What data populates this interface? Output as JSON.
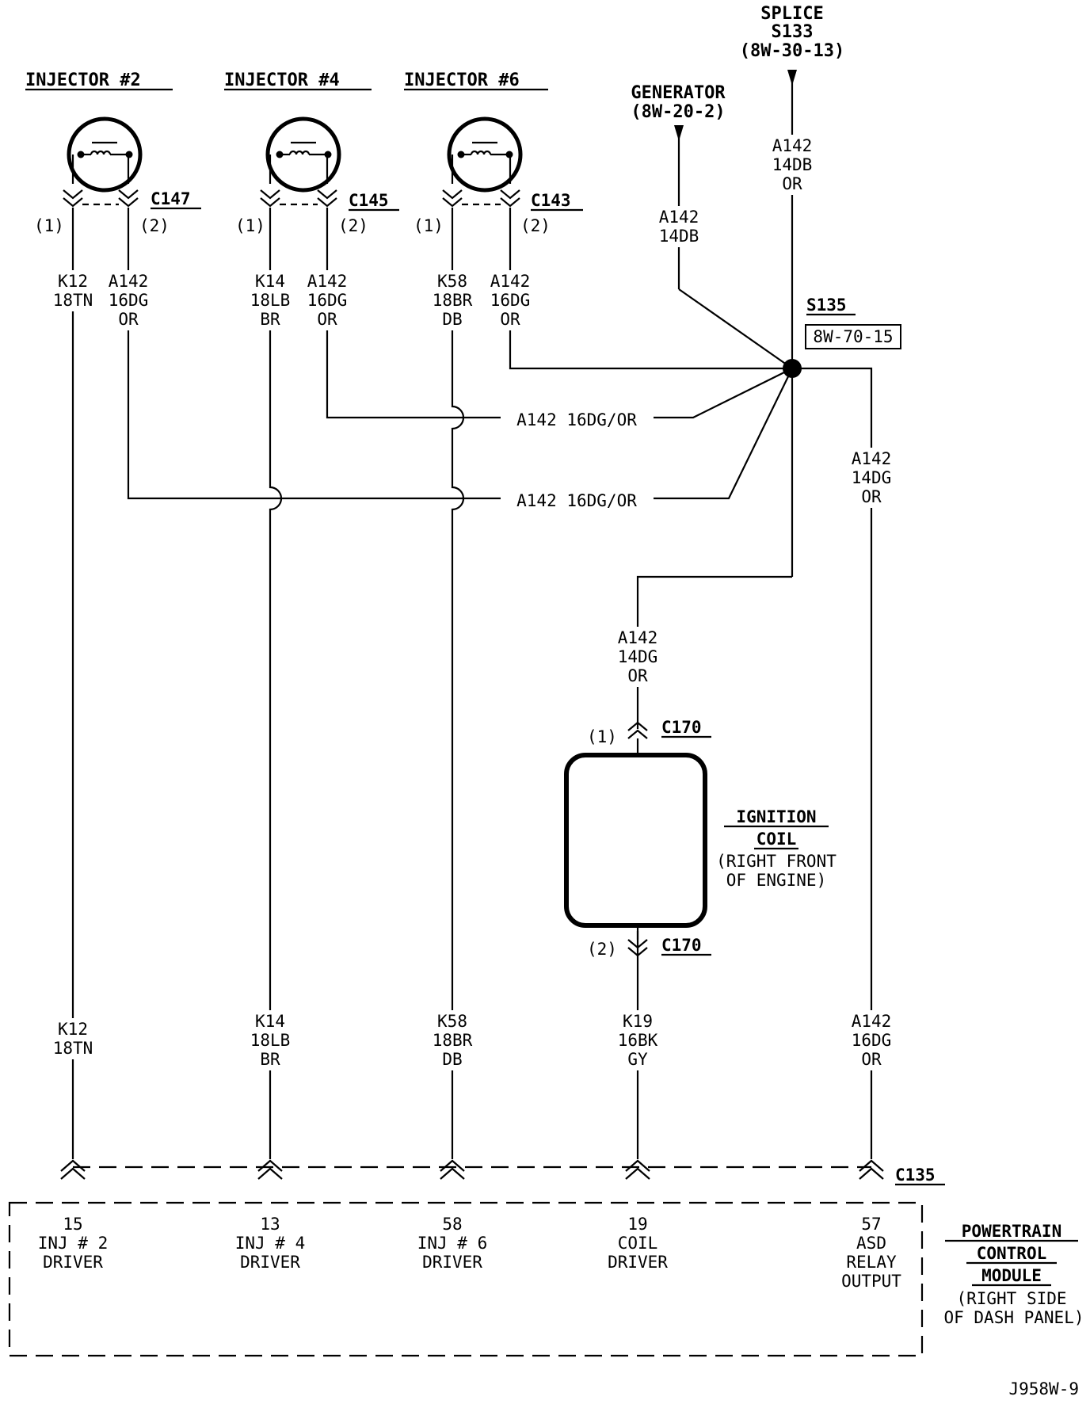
{
  "components": {
    "injector2": {
      "title": "INJECTOR #2",
      "connector": "C147",
      "pin1": "(1)",
      "pin2": "(2)"
    },
    "injector4": {
      "title": "INJECTOR #4",
      "connector": "C145",
      "pin1": "(1)",
      "pin2": "(2)"
    },
    "injector6": {
      "title": "INJECTOR #6",
      "connector": "C143",
      "pin1": "(1)",
      "pin2": "(2)"
    },
    "generator": {
      "title": "GENERATOR",
      "ref": "(8W-20-2)"
    },
    "splice133": {
      "title": "SPLICE",
      "id": "S133",
      "ref": "(8W-30-13)"
    },
    "splice135": {
      "id": "S135",
      "ref": "8W-70-15"
    },
    "ignition_coil": {
      "title_1": "IGNITION",
      "title_2": "COIL",
      "loc_1": "(RIGHT FRONT",
      "loc_2": "OF ENGINE)",
      "connector": "C170",
      "pin1": "(1)",
      "pin2": "(2)"
    },
    "pcm": {
      "title_1": "POWERTRAIN",
      "title_2": "CONTROL",
      "title_3": "MODULE",
      "loc_1": "(RIGHT SIDE",
      "loc_2": "OF DASH PANEL)",
      "connector": "C135"
    }
  },
  "wires": {
    "k12_top": [
      "K12",
      "18TN"
    ],
    "a142_inj2": [
      "A142",
      "16DG",
      "OR"
    ],
    "k14_top": [
      "K14",
      "18LB",
      "BR"
    ],
    "a142_inj4": [
      "A142",
      "16DG",
      "OR"
    ],
    "k58_top": [
      "K58",
      "18BR",
      "DB"
    ],
    "a142_inj6": [
      "A142",
      "16DG",
      "OR"
    ],
    "a142_gen": [
      "A142",
      "14DB"
    ],
    "a142_s133": [
      "A142",
      "14DB",
      "OR"
    ],
    "a142_right": [
      "A142",
      "14DG",
      "OR"
    ],
    "a142_coil": [
      "A142",
      "14DG",
      "OR"
    ],
    "k12_bot": [
      "K12",
      "18TN"
    ],
    "k14_bot": [
      "K14",
      "18LB",
      "BR"
    ],
    "k58_bot": [
      "K58",
      "18BR",
      "DB"
    ],
    "k19_bot": [
      "K19",
      "16BK",
      "GY"
    ],
    "a142_bot": [
      "A142",
      "16DG",
      "OR"
    ],
    "branch_1": "A142 16DG/OR",
    "branch_2": "A142 16DG/OR"
  },
  "pcm_pins": [
    {
      "pin": "15",
      "line1": "INJ # 2",
      "line2": "DRIVER",
      "line3": ""
    },
    {
      "pin": "13",
      "line1": "INJ # 4",
      "line2": "DRIVER",
      "line3": ""
    },
    {
      "pin": "58",
      "line1": "INJ # 6",
      "line2": "DRIVER",
      "line3": ""
    },
    {
      "pin": "19",
      "line1": "COIL",
      "line2": "DRIVER",
      "line3": ""
    },
    {
      "pin": "57",
      "line1": "ASD",
      "line2": "RELAY",
      "line3": "OUTPUT"
    }
  ],
  "figure_id": "J958W-9"
}
